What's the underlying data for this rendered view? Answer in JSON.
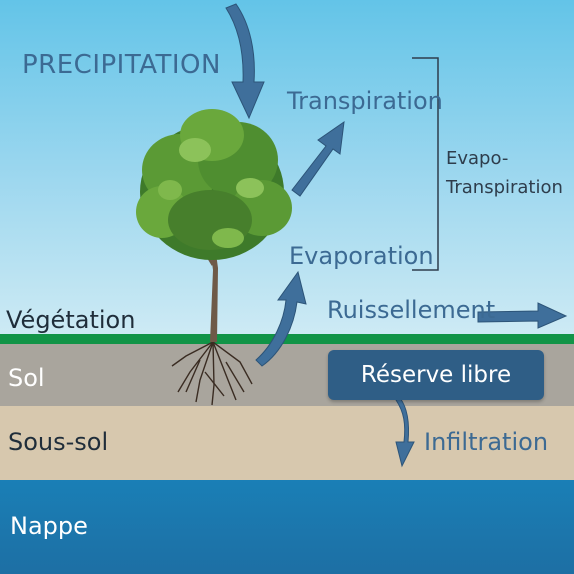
{
  "labels": {
    "precipitation": "PRECIPITATION",
    "transpiration": "Transpiration",
    "evaporation": "Evaporation",
    "evapotranspiration_line1": "Evapo-",
    "evapotranspiration_line2": "Transpiration",
    "ruissellement": "Ruissellement",
    "vegetation": "Végétation",
    "sol": "Sol",
    "sous_sol": "Sous-sol",
    "nappe": "Nappe",
    "reserve_libre": "Réserve libre",
    "infiltration": "Infiltration"
  },
  "colors": {
    "arrow": "#3f6f9b",
    "grass": "#119447",
    "soil": "#a9a59d",
    "subsoil": "#d7c8ae",
    "aquifer": "#1a7fb6",
    "reserve_box": "#2f5e86"
  },
  "icons": [
    "tree-icon",
    "arrow-icon"
  ]
}
